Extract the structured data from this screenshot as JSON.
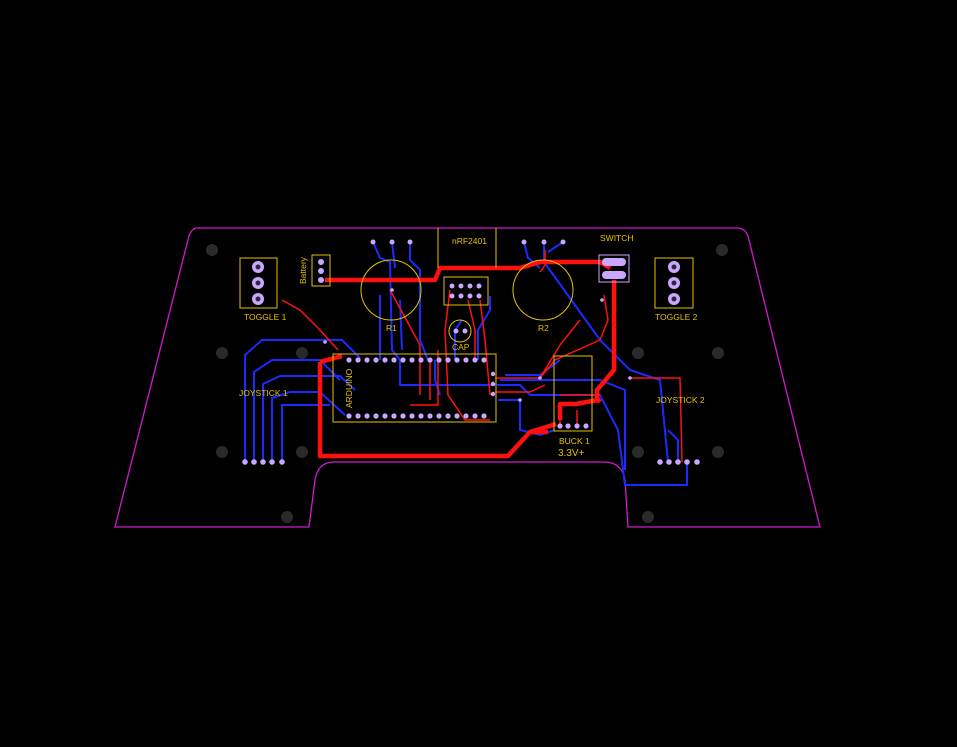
{
  "board": {
    "background": "#000000",
    "outline_color": "#d11ad1",
    "silk_color": "#e6c200",
    "top_copper_color": "#ff1010",
    "bottom_copper_color": "#1a2bff",
    "pad_color": "#c9a7ff",
    "hole_color": "#2a2a2a"
  },
  "labels": {
    "toggle1": "TOGGLE 1",
    "toggle2": "TOGGLE 2",
    "battery": "Battery",
    "r1": "R1",
    "r2": "R2",
    "nrf": "nRF2401",
    "cap": "CAP",
    "switch": "SWITCH",
    "arduino": "ARDUINO",
    "joystick1": "JOYSTICK 1",
    "joystick2": "JOYSTICK 2",
    "buck": "BUCK 1",
    "buck_voltage": "3.3V+"
  }
}
